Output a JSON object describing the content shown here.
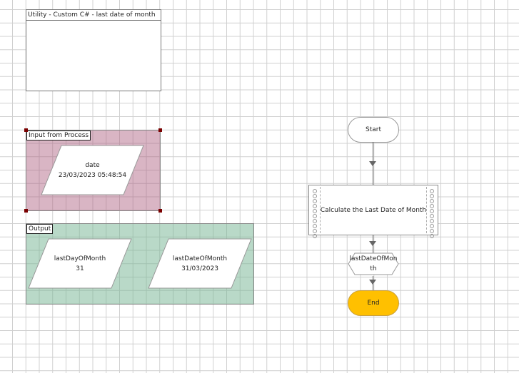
{
  "canvas": {
    "grid": true
  },
  "utility_box": {
    "title": "Utility - Custom C# - last date of month"
  },
  "input_group": {
    "label": "Input from Process",
    "color": "#d5adbf",
    "items": [
      {
        "name": "date",
        "value": "23/03/2023 05:48:54"
      }
    ]
  },
  "output_group": {
    "label": "Output",
    "color": "#b2d8c5",
    "items": [
      {
        "name": "lastDayOfMonth",
        "value": "31"
      },
      {
        "name": "lastDateOfMonth",
        "value": "31/03/2023"
      }
    ]
  },
  "flow": {
    "start": {
      "label": "Start"
    },
    "process": {
      "label": "Calculate the Last Date of Month"
    },
    "decision": {
      "label_line1": "lastDateOfMon",
      "label_line2": "th"
    },
    "end": {
      "label": "End",
      "color": "#ffc000"
    }
  }
}
